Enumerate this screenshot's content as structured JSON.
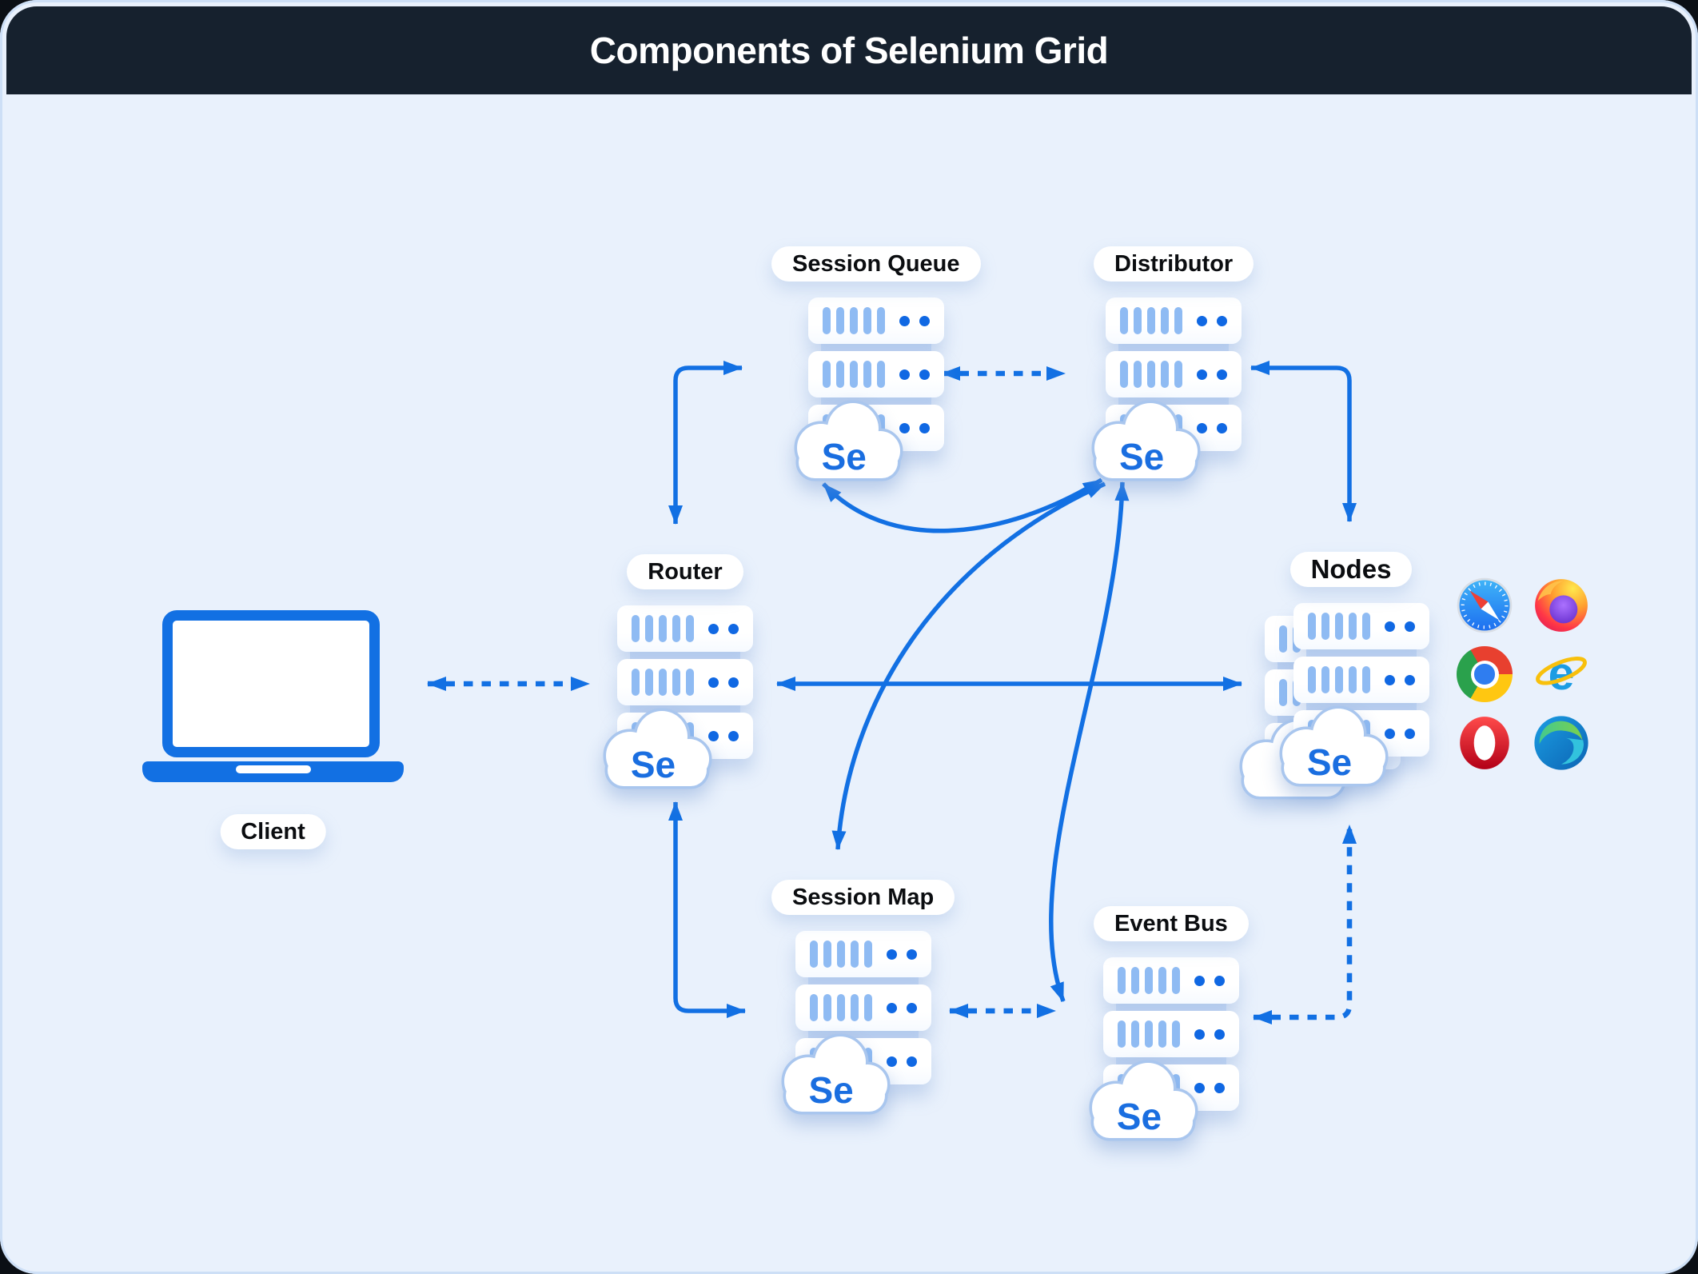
{
  "header": {
    "title": "Components of Selenium Grid"
  },
  "client": {
    "label": "Client"
  },
  "se_text": "Se",
  "components": [
    {
      "id": "session-queue",
      "label": "Session Queue"
    },
    {
      "id": "distributor",
      "label": "Distributor"
    },
    {
      "id": "router",
      "label": "Router"
    },
    {
      "id": "nodes",
      "label": "Nodes"
    },
    {
      "id": "session-map",
      "label": "Session Map"
    },
    {
      "id": "event-bus",
      "label": "Event Bus"
    }
  ],
  "browsers": [
    "Safari",
    "Firefox",
    "Chrome",
    "Internet Explorer",
    "Opera",
    "Edge"
  ],
  "colors": {
    "background": "#e9f1fc",
    "header_bg": "#16212e",
    "header_text": "#ffffff",
    "arrow": "#1270e3",
    "server_bar": "#8fbbf3",
    "server_led": "#1068e3",
    "cloud_stroke": "#a9c6ee",
    "se_text": "#1a6ee0",
    "label_text": "#0b0d10"
  }
}
